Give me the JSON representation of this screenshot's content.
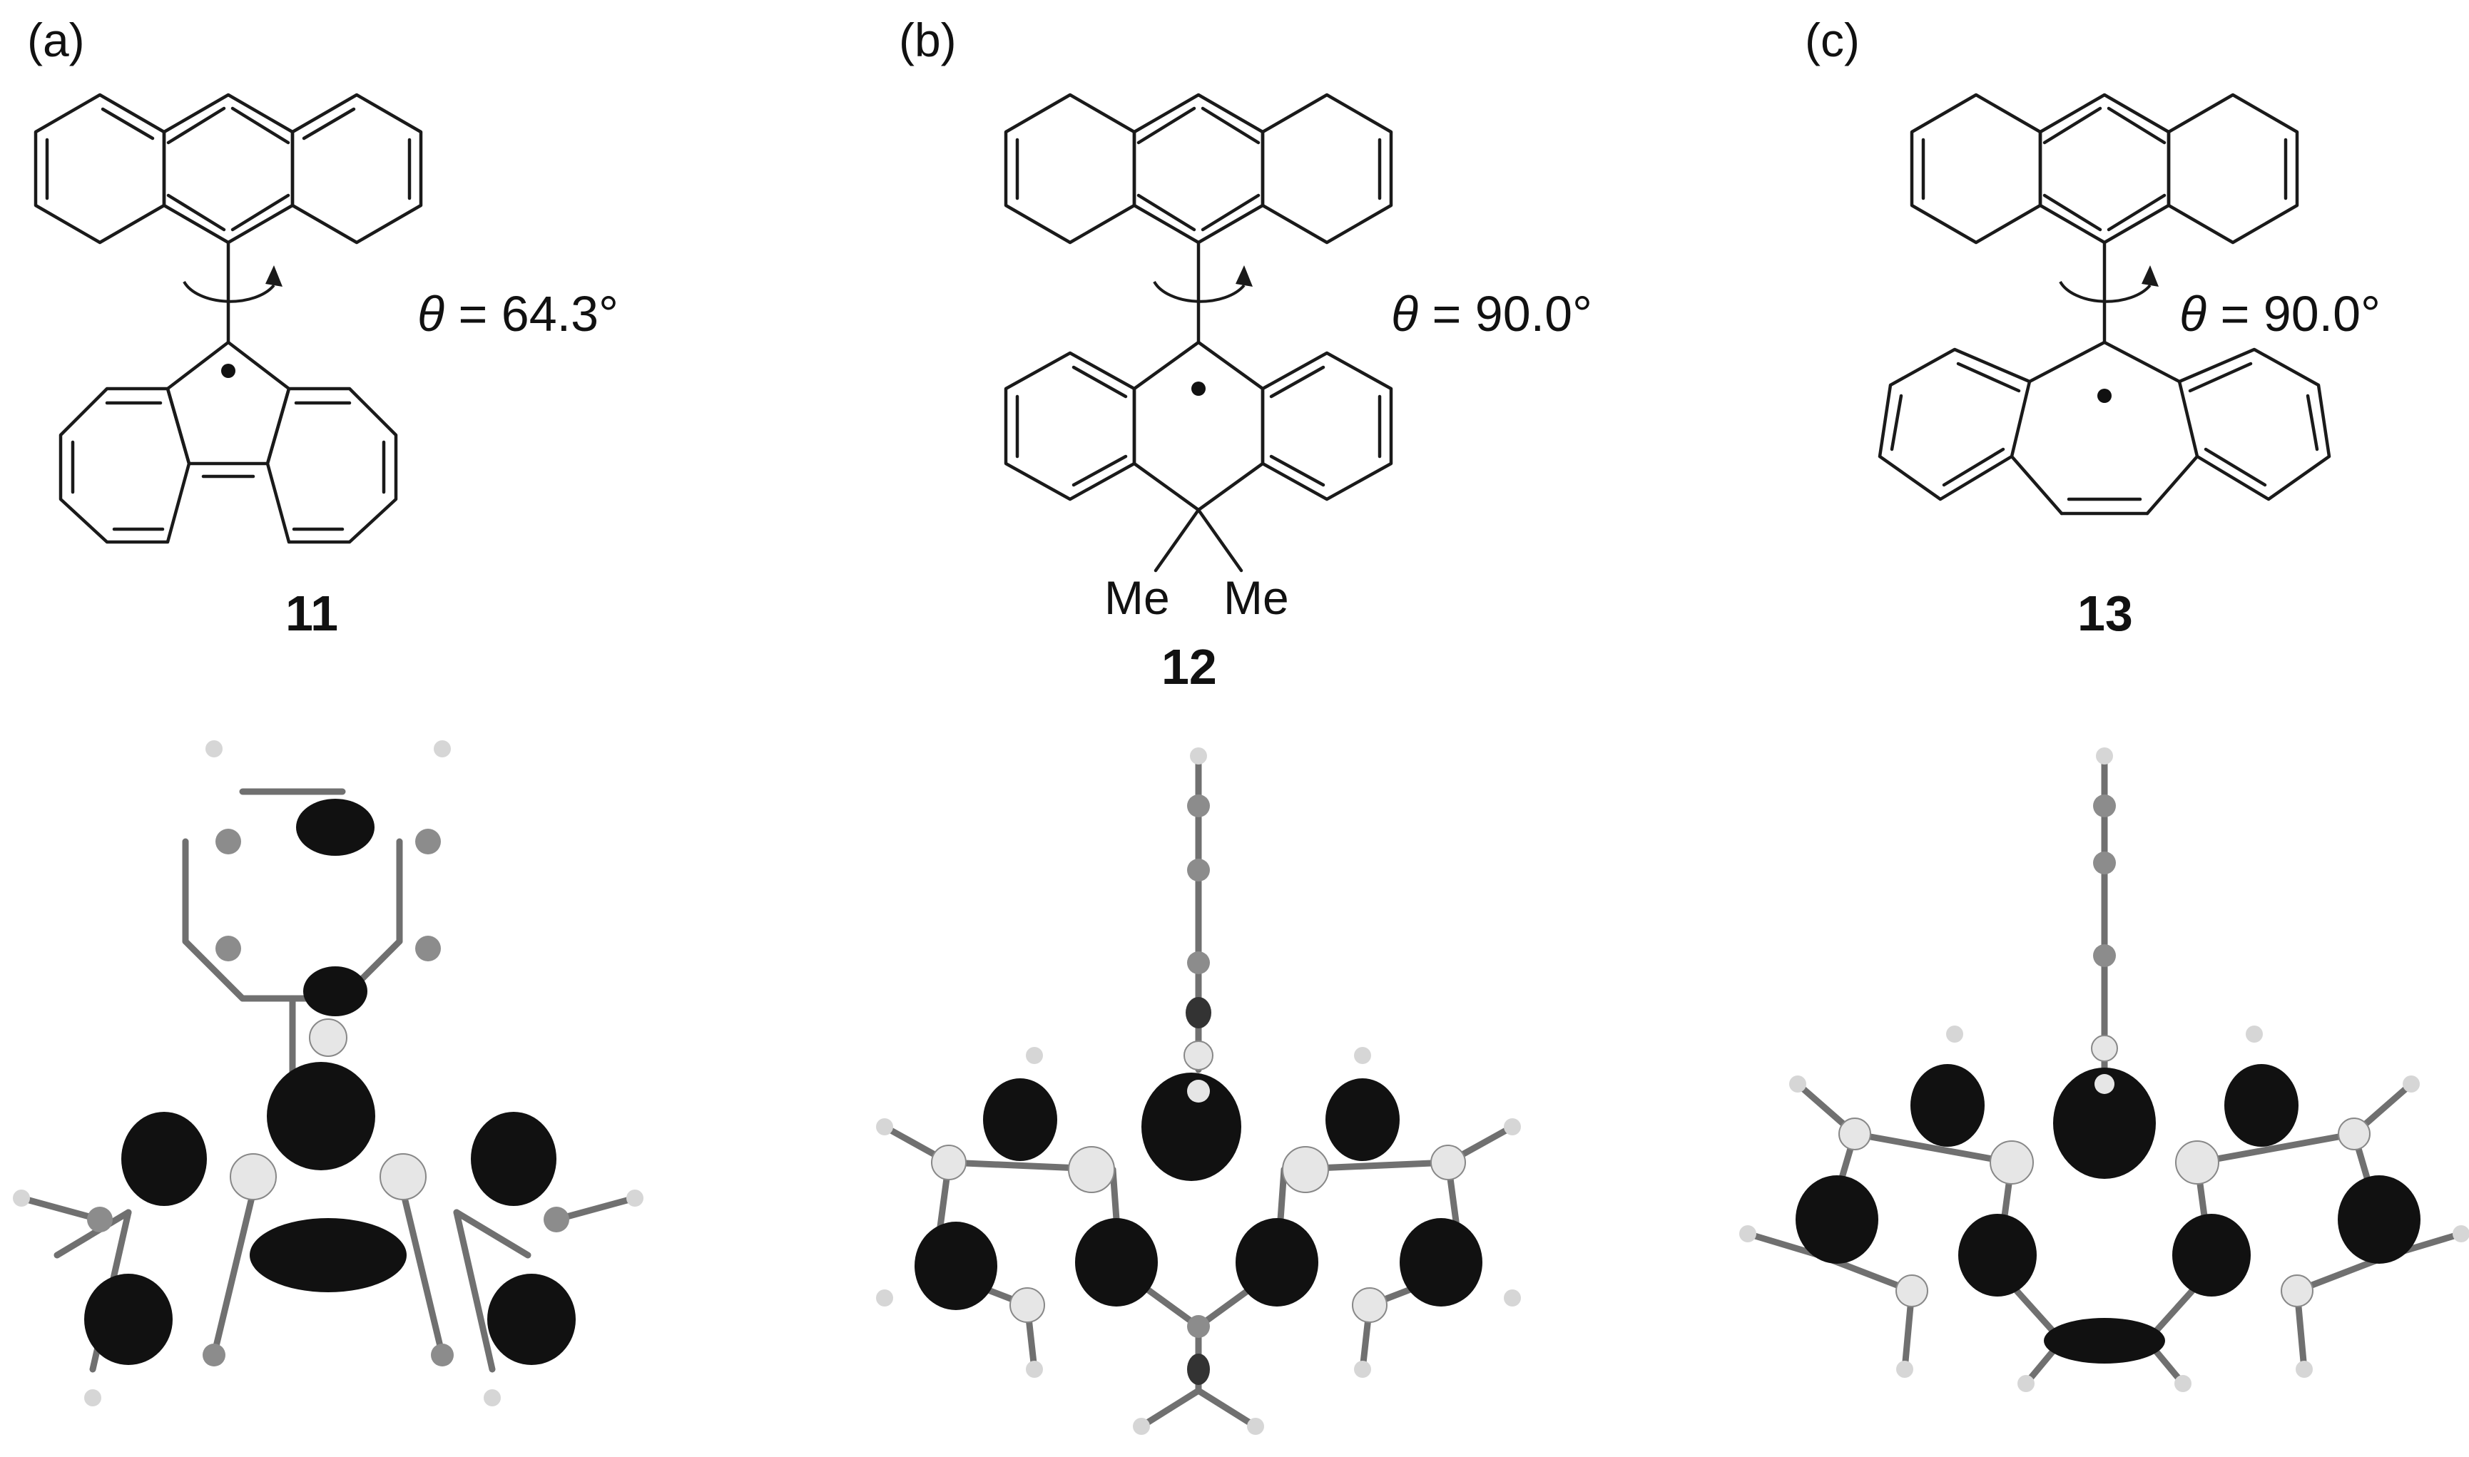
{
  "panels": [
    {
      "label": "(a)",
      "compound": "11",
      "theta_symbol": "θ",
      "theta_value": "= 64.3°"
    },
    {
      "label": "(b)",
      "compound": "12",
      "theta_symbol": "θ",
      "theta_value": "= 90.0°",
      "substituents": [
        "Me",
        "Me"
      ]
    },
    {
      "label": "(c)",
      "compound": "13",
      "theta_symbol": "θ",
      "theta_value": "= 90.0°"
    }
  ],
  "colors": {
    "lobe": "#111111",
    "atom_h": "#e6e6e6",
    "atom_c": "#8c8c8c",
    "bond": "#707070",
    "line": "#1a1a1a"
  }
}
